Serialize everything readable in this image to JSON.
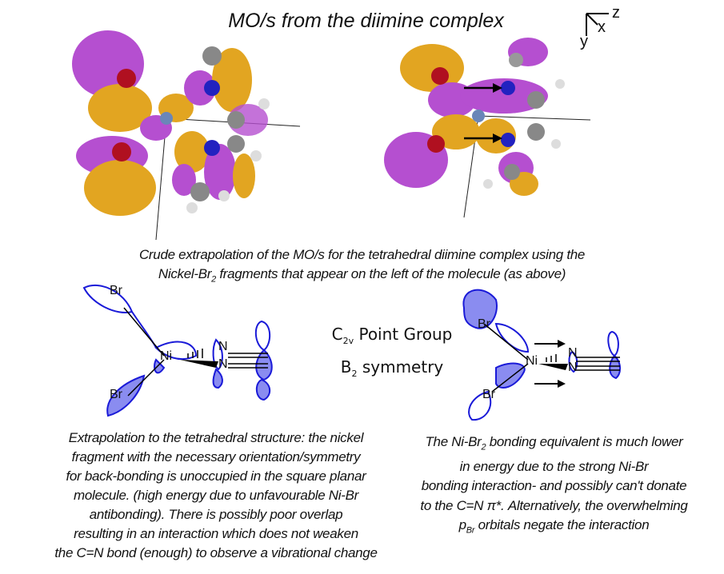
{
  "title": "MO/s from the diimine complex",
  "axes": {
    "z": "z",
    "x": "x",
    "y": "y"
  },
  "caption": {
    "line1": "Crude extrapolation of the MO/s for the tetrahedral diimine complex using the",
    "line2_pre": "Nickel-Br",
    "line2_sub": "2",
    "line2_post": " fragments that appear on the left of the molecule (as above)"
  },
  "point_group": {
    "c": "C",
    "c_sub": "2v",
    "pg_label": " Point Group",
    "b": "B",
    "b_sub": "2",
    "sym_label": " symmetry"
  },
  "diagram_labels": {
    "br": "Br",
    "ni": "Ni",
    "n": "N"
  },
  "left_paragraph": [
    "Extrapolation to the tetrahedral structure: the nickel",
    "fragment with the necessary orientation/symmetry",
    "for back-bonding is unoccupied in the square planar",
    "molecule. (high energy due to unfavourable Ni-Br",
    "antibonding). There is possibly poor overlap",
    "resulting in an interaction which does not weaken",
    "the C=N bond (enough) to observe a vibrational change"
  ],
  "right_paragraph": {
    "l1_pre": "The Ni-Br",
    "l1_sub": "2",
    "l1_post": " bonding equivalent is much lower",
    "l2": "in energy due to the strong  Ni-Br",
    "l3": "bonding  interaction- and possibly can't donate",
    "l4": "to the C=N π*. Alternatively, the overwhelming",
    "l5_pre": "p",
    "l5_sub": "Br",
    "l5_post": " orbitals negate the interaction"
  },
  "colors": {
    "purple": "#b54fd0",
    "gold": "#e2a521",
    "outline": "#1a1ad8",
    "lobe": "#8a8cf0"
  }
}
